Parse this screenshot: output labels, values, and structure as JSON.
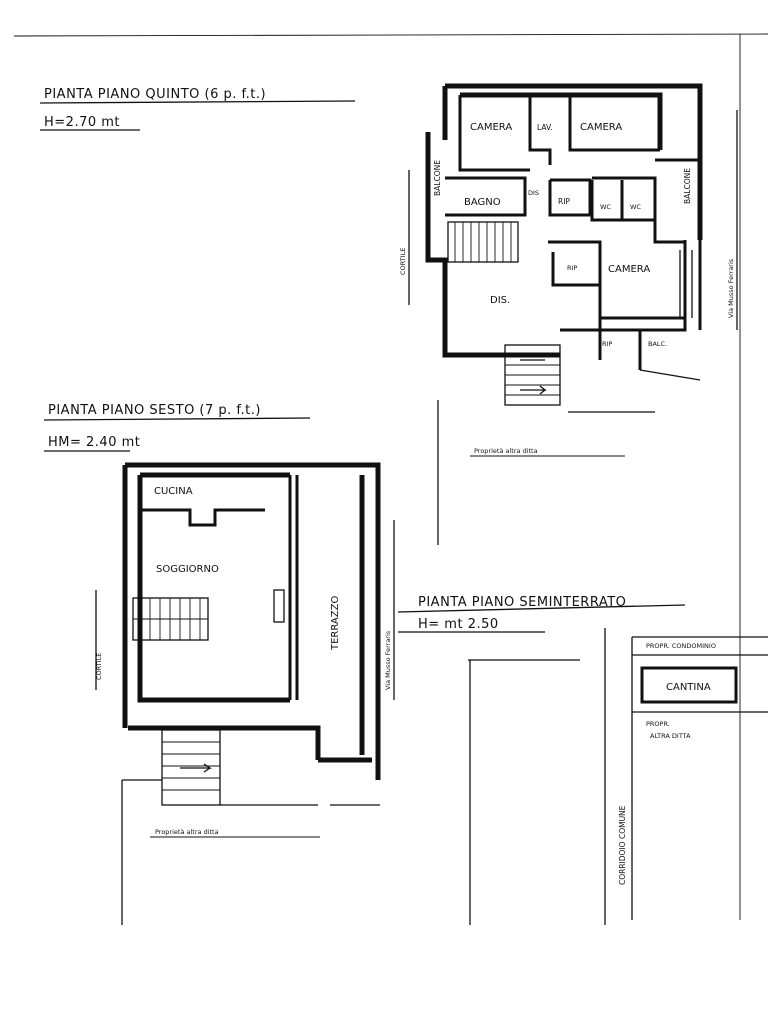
{
  "plans": {
    "fifth": {
      "title": "PIANTA PIANO QUINTO (6 p. f.t.)",
      "height": "H=2.70 mt",
      "rooms": {
        "camera_left": "CAMERA",
        "lav": "LAV.",
        "camera_right": "CAMERA",
        "balcone_left": "BALCONE",
        "bagno": "BAGNO",
        "dis_small": "DIS",
        "rip1": "RIP",
        "wc1": "WC",
        "wc2": "WC",
        "balcone_right": "BALCONE",
        "rip2": "RIP",
        "camera_bottom": "CAMERA",
        "dis": "DIS.",
        "rip3": "RIP",
        "balc": "BALC."
      },
      "surround": {
        "cortile": "CORTILE",
        "street": "Via Musso Ferraris",
        "neighbor": "Proprietà altra ditta"
      }
    },
    "sixth": {
      "title": "PIANTA PIANO SESTO (7 p. f.t.)",
      "height": "HM= 2.40 mt",
      "rooms": {
        "cucina": "CUCINA",
        "soggiorno": "SOGGIORNO",
        "terrazzo": "TERRAZZO"
      },
      "surround": {
        "cortile": "CORTILE",
        "street": "Via Musso Ferraris",
        "neighbor": "Proprietà altra ditta"
      }
    },
    "basement": {
      "title": "PIANTA PIANO SEMINTERRATO",
      "height": "H= mt 2.50",
      "rooms": {
        "cantina": "CANTINA"
      },
      "surround": {
        "corridoio": "CORRIDOIO COMUNE",
        "condominio": "PROPR. CONDOMINIO",
        "altra_ditta_1": "PROPR.",
        "altra_ditta_2": "ALTRA DITTA"
      }
    }
  }
}
